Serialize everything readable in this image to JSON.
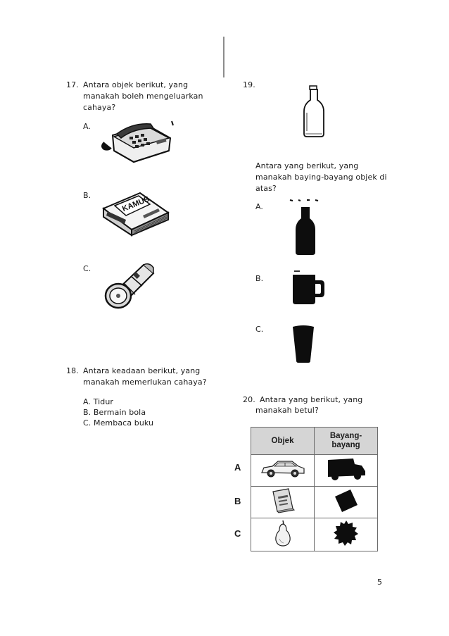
{
  "q17": {
    "number": "17.",
    "lines": [
      "Antara objek berikut, yang",
      "manakah boleh mengeluarkan",
      "cahaya?"
    ],
    "options": {
      "a": "A.",
      "b": "B.",
      "c": "C."
    },
    "images": [
      "telephone",
      "kamus-dictionary-book",
      "flashlight"
    ],
    "book_text": "KAMUS"
  },
  "q18": {
    "number": "18.",
    "lines": [
      "Antara keadaan berikut, yang",
      "manakah memerlukan cahaya?"
    ],
    "options": [
      "A.  Tidur",
      "B.  Bermain bola",
      "C.  Membaca buku"
    ]
  },
  "q19": {
    "number": "19.",
    "lines": [
      "Antara yang berikut, yang",
      "manakah baying-bayang objek di",
      "atas?"
    ],
    "options": {
      "a": "A.",
      "b": "B.",
      "c": "C."
    },
    "images": [
      "glass-bottle",
      "bottle-shadow",
      "mug-shadow",
      "cup-shadow"
    ]
  },
  "q20": {
    "number": "20.",
    "lines": [
      "Antara yang berikut, yang",
      "manakah betul?"
    ],
    "table": {
      "headers": [
        "Objek",
        "Bayang-\nbayang"
      ],
      "rows": [
        {
          "label": "A",
          "object": "car",
          "shadow": "lorry-shadow"
        },
        {
          "label": "B",
          "object": "book",
          "shadow": "book-shadow"
        },
        {
          "label": "C",
          "object": "pear",
          "shadow": "durian-shadow"
        }
      ]
    }
  },
  "page_number": "5"
}
